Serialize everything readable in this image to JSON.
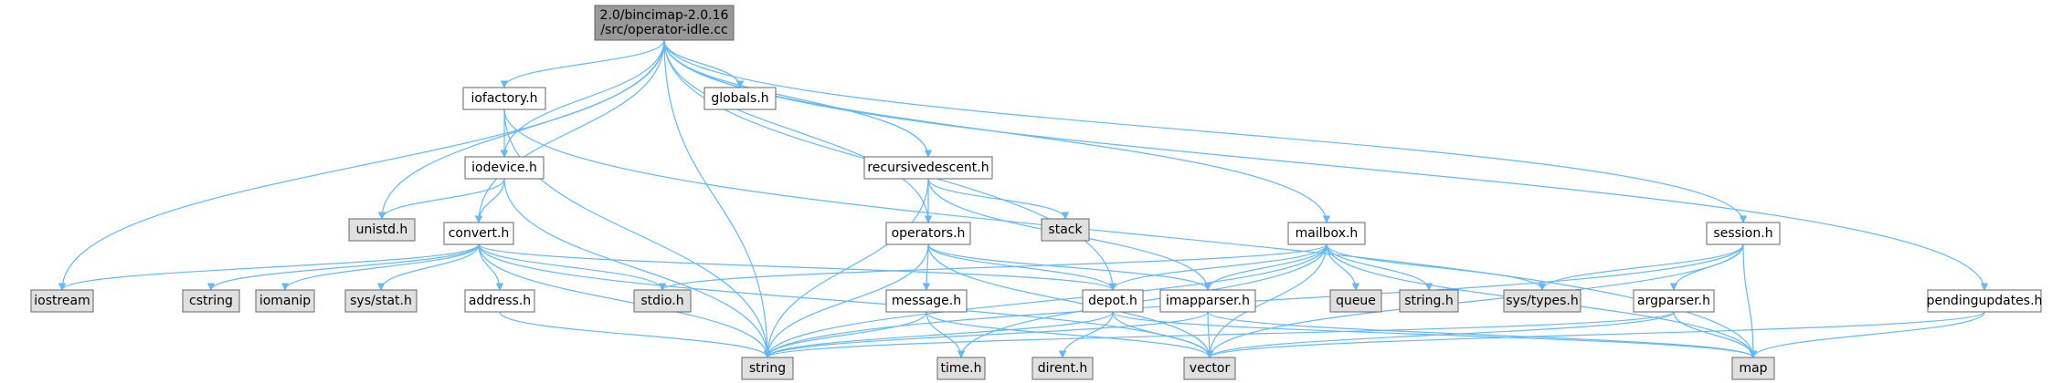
{
  "colors": {
    "root_fill": "#999999",
    "internal_fill": "#ffffff",
    "external_fill": "#e0e0e0",
    "edge": "#63b8ff",
    "border": "#666666"
  },
  "nodes": [
    {
      "id": "root",
      "lines": [
        "2.0/bincimap-2.0.16",
        "/src/operator-idle.cc"
      ],
      "kind": "root"
    },
    {
      "id": "iofactory",
      "lines": [
        "iofactory.h"
      ],
      "kind": "internal"
    },
    {
      "id": "globals",
      "lines": [
        "globals.h"
      ],
      "kind": "internal"
    },
    {
      "id": "recursivedescent",
      "lines": [
        "recursivedescent.h"
      ],
      "kind": "internal"
    },
    {
      "id": "iodevice",
      "lines": [
        "iodevice.h"
      ],
      "kind": "internal"
    },
    {
      "id": "operators",
      "lines": [
        "operators.h"
      ],
      "kind": "internal"
    },
    {
      "id": "mailbox",
      "lines": [
        "mailbox.h"
      ],
      "kind": "internal"
    },
    {
      "id": "session",
      "lines": [
        "session.h"
      ],
      "kind": "internal"
    },
    {
      "id": "convert",
      "lines": [
        "convert.h"
      ],
      "kind": "internal"
    },
    {
      "id": "address",
      "lines": [
        "address.h"
      ],
      "kind": "internal"
    },
    {
      "id": "message",
      "lines": [
        "message.h"
      ],
      "kind": "internal"
    },
    {
      "id": "depot",
      "lines": [
        "depot.h"
      ],
      "kind": "internal"
    },
    {
      "id": "imapparser",
      "lines": [
        "imapparser.h"
      ],
      "kind": "internal"
    },
    {
      "id": "argparser",
      "lines": [
        "argparser.h"
      ],
      "kind": "internal"
    },
    {
      "id": "pendingupdates",
      "lines": [
        "pendingupdates.h"
      ],
      "kind": "internal"
    },
    {
      "id": "unistd",
      "lines": [
        "unistd.h"
      ],
      "kind": "external"
    },
    {
      "id": "stack",
      "lines": [
        "stack"
      ],
      "kind": "external"
    },
    {
      "id": "iostream",
      "lines": [
        "iostream"
      ],
      "kind": "external"
    },
    {
      "id": "cstring",
      "lines": [
        "cstring"
      ],
      "kind": "external"
    },
    {
      "id": "iomanip",
      "lines": [
        "iomanip"
      ],
      "kind": "external"
    },
    {
      "id": "sysstat",
      "lines": [
        "sys/stat.h"
      ],
      "kind": "external"
    },
    {
      "id": "stdio",
      "lines": [
        "stdio.h"
      ],
      "kind": "external"
    },
    {
      "id": "queue",
      "lines": [
        "queue"
      ],
      "kind": "external"
    },
    {
      "id": "stringh",
      "lines": [
        "string.h"
      ],
      "kind": "external"
    },
    {
      "id": "systypes",
      "lines": [
        "sys/types.h"
      ],
      "kind": "external"
    },
    {
      "id": "string",
      "lines": [
        "string"
      ],
      "kind": "external"
    },
    {
      "id": "timeh",
      "lines": [
        "time.h"
      ],
      "kind": "external"
    },
    {
      "id": "dirent",
      "lines": [
        "dirent.h"
      ],
      "kind": "external"
    },
    {
      "id": "vector",
      "lines": [
        "vector"
      ],
      "kind": "external"
    },
    {
      "id": "map",
      "lines": [
        "map"
      ],
      "kind": "external"
    }
  ],
  "edges": [
    [
      "root",
      "iofactory"
    ],
    [
      "root",
      "globals"
    ],
    [
      "root",
      "recursivedescent"
    ],
    [
      "root",
      "iodevice"
    ],
    [
      "root",
      "operators"
    ],
    [
      "root",
      "mailbox"
    ],
    [
      "root",
      "session"
    ],
    [
      "root",
      "pendingupdates"
    ],
    [
      "root",
      "convert"
    ],
    [
      "root",
      "depot"
    ],
    [
      "root",
      "unistd"
    ],
    [
      "root",
      "iostream"
    ],
    [
      "root",
      "string"
    ],
    [
      "iofactory",
      "iodevice"
    ],
    [
      "iofactory",
      "string"
    ],
    [
      "iofactory",
      "map"
    ],
    [
      "iodevice",
      "unistd"
    ],
    [
      "iodevice",
      "convert"
    ],
    [
      "iodevice",
      "string"
    ],
    [
      "convert",
      "iostream"
    ],
    [
      "convert",
      "cstring"
    ],
    [
      "convert",
      "iomanip"
    ],
    [
      "convert",
      "sysstat"
    ],
    [
      "convert",
      "address"
    ],
    [
      "convert",
      "stdio"
    ],
    [
      "convert",
      "depot"
    ],
    [
      "convert",
      "vector"
    ],
    [
      "convert",
      "string"
    ],
    [
      "address",
      "string"
    ],
    [
      "recursivedescent",
      "operators"
    ],
    [
      "recursivedescent",
      "stack"
    ],
    [
      "recursivedescent",
      "imapparser"
    ],
    [
      "recursivedescent",
      "string"
    ],
    [
      "operators",
      "message"
    ],
    [
      "operators",
      "depot"
    ],
    [
      "operators",
      "imapparser"
    ],
    [
      "operators",
      "string"
    ],
    [
      "operators",
      "vector"
    ],
    [
      "message",
      "string"
    ],
    [
      "message",
      "timeh"
    ],
    [
      "message",
      "vector"
    ],
    [
      "depot",
      "dirent"
    ],
    [
      "depot",
      "vector"
    ],
    [
      "depot",
      "map"
    ],
    [
      "depot",
      "string"
    ],
    [
      "imapparser",
      "string"
    ],
    [
      "imapparser",
      "vector"
    ],
    [
      "imapparser",
      "map"
    ],
    [
      "mailbox",
      "imapparser"
    ],
    [
      "mailbox",
      "depot"
    ],
    [
      "mailbox",
      "queue"
    ],
    [
      "mailbox",
      "stringh"
    ],
    [
      "mailbox",
      "systypes"
    ],
    [
      "mailbox",
      "stdio"
    ],
    [
      "mailbox",
      "string"
    ],
    [
      "mailbox",
      "vector"
    ],
    [
      "mailbox",
      "map"
    ],
    [
      "mailbox",
      "timeh"
    ],
    [
      "session",
      "argparser"
    ],
    [
      "session",
      "systypes"
    ],
    [
      "session",
      "map"
    ],
    [
      "session",
      "vector"
    ],
    [
      "session",
      "string"
    ],
    [
      "argparser",
      "map"
    ],
    [
      "argparser",
      "vector"
    ],
    [
      "argparser",
      "string"
    ],
    [
      "pendingupdates",
      "map"
    ],
    [
      "pendingupdates",
      "vector"
    ]
  ]
}
